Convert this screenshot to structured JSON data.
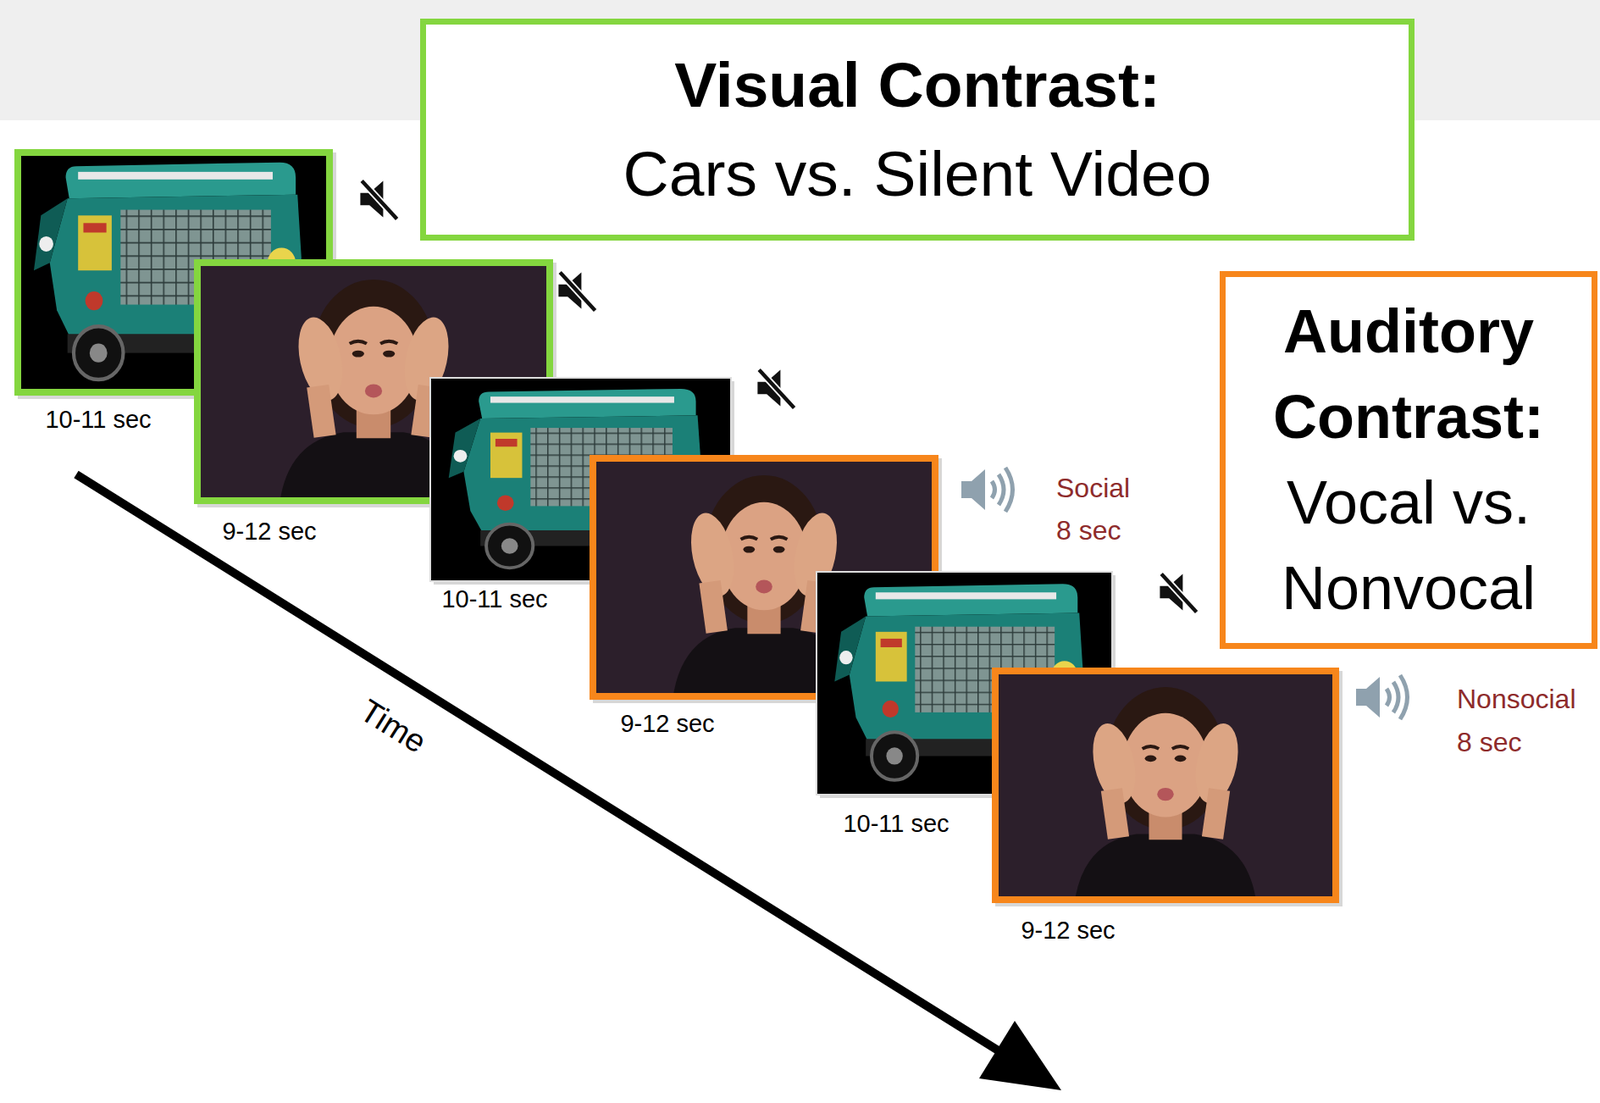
{
  "diagram": {
    "nodes": [
      {
        "text": [
          "Visual Contrast:",
          "Cars vs. Silent Video"
        ]
      },
      {
        "text": [
          "Auditory Contrast:",
          "Vocal vs. Nonvocal"
        ]
      }
    ],
    "labels": [
      "10-11 sec",
      "9-12 sec",
      "10-11 sec",
      "Social",
      "8 sec",
      "9-12 sec",
      "10-11 sec",
      "Nonsocial",
      "8 sec",
      "9-12 sec",
      "Time"
    ]
  }
}
